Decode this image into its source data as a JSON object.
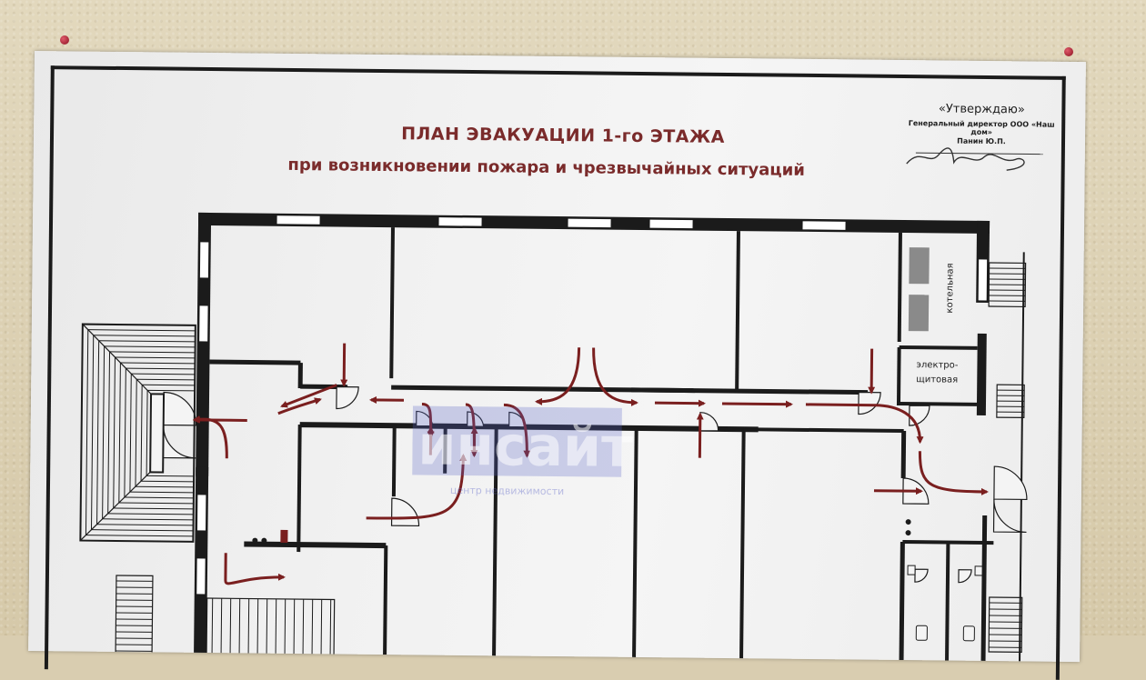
{
  "title": "ПЛАН ЭВАКУАЦИИ 1-го ЭТАЖА",
  "subtitle": "при возникновении пожара и чрезвычайных ситуаций",
  "approval": {
    "heading": "«Утверждаю»",
    "position": "Генеральный директор ООО «Наш дом»",
    "name": "Панин Ю.П."
  },
  "rooms": {
    "boiler": "котельная",
    "electrical_1": "электро-",
    "electrical_2": "щитовая"
  },
  "watermark": {
    "logo": "инсайт",
    "tagline": "центр недвижимости"
  },
  "colors": {
    "evacuation_route": "#7a1f1f",
    "wall": "#1b1b1b",
    "title_text": "#7a2b2b",
    "watermark": "#5b63c7"
  }
}
